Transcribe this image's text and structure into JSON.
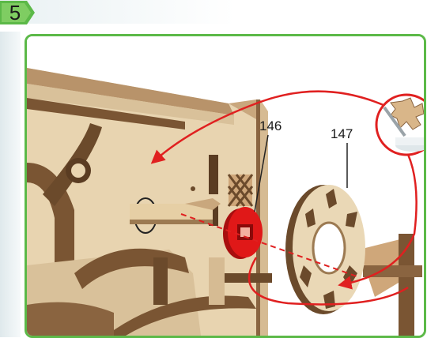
{
  "step": {
    "number": "5"
  },
  "labels": {
    "part_a": "146",
    "part_b": "147"
  },
  "colors": {
    "frame_border": "#5cb948",
    "step_badge": "#5cb948",
    "arrow": "#e02020",
    "part_highlight": "#e01818",
    "wood_light": "#ead8b6",
    "wood_dark": "#6b4a2b"
  },
  "icons": {
    "glue": "glue-bottle-icon"
  }
}
